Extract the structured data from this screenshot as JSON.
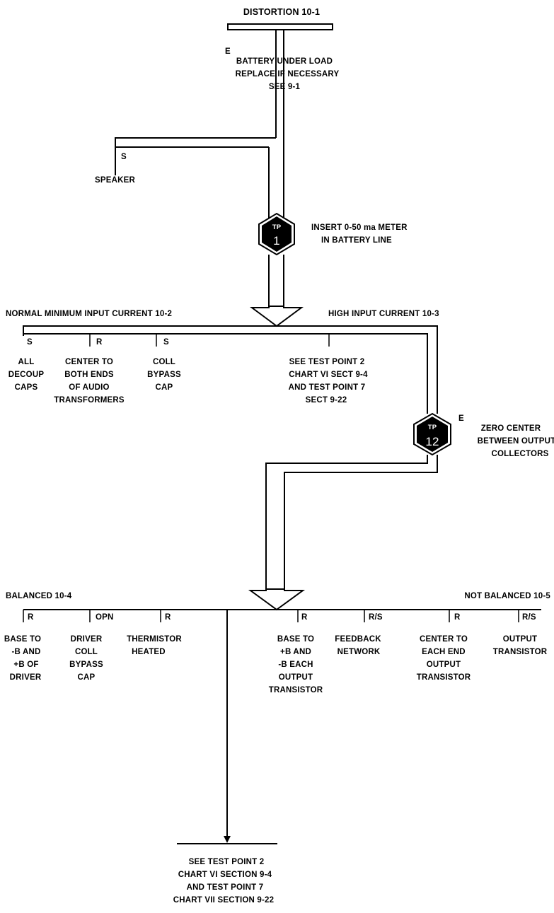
{
  "diagram": {
    "title": "DISTORTION 10-1",
    "step1": {
      "code": "E",
      "lines": [
        "BATTERY UNDER LOAD",
        "REPLACE IF NECESSARY",
        "SEE 9-1"
      ]
    },
    "speaker": {
      "code": "S",
      "label": "SPEAKER"
    },
    "tp1": {
      "label": "TP",
      "number": "1",
      "note_lines": [
        "INSERT 0-50 ma METER",
        "IN BATTERY LINE"
      ]
    },
    "branch1": {
      "left_label": "NORMAL MINIMUM INPUT CURRENT 10-2",
      "right_label": "HIGH INPUT CURRENT 10-3",
      "items": [
        {
          "code": "S",
          "lines": [
            "ALL",
            "DECOUP",
            "CAPS"
          ]
        },
        {
          "code": "R",
          "lines": [
            "CENTER TO",
            "BOTH ENDS",
            "OF AUDIO",
            "TRANSFORMERS"
          ]
        },
        {
          "code": "S",
          "lines": [
            "COLL",
            "BYPASS",
            "CAP"
          ]
        },
        {
          "code": "",
          "lines": [
            "SEE TEST POINT 2",
            "CHART VI  SECT 9-4",
            "AND TEST POINT 7",
            "SECT 9-22"
          ]
        }
      ]
    },
    "tp12": {
      "label": "TP",
      "number": "12",
      "code": "E",
      "note_lines": [
        "ZERO CENTER",
        "BETWEEN OUTPUT",
        "COLLECTORS"
      ]
    },
    "branch2": {
      "left_label": "BALANCED 10-4",
      "right_label": "NOT BALANCED 10-5",
      "items": [
        {
          "code": "R",
          "lines": [
            "BASE TO",
            "-B AND",
            "+B  OF",
            "DRIVER"
          ]
        },
        {
          "code": "OPN",
          "lines": [
            "DRIVER",
            "COLL",
            "BYPASS",
            "CAP"
          ]
        },
        {
          "code": "R",
          "lines": [
            "THERMISTOR",
            "HEATED"
          ]
        },
        {
          "code": "R",
          "lines": [
            "BASE TO",
            "+B AND",
            "-B EACH",
            "OUTPUT",
            "TRANSISTOR"
          ]
        },
        {
          "code": "R/S",
          "lines": [
            "FEEDBACK",
            "NETWORK"
          ]
        },
        {
          "code": "R",
          "lines": [
            "CENTER TO",
            "EACH END",
            "OUTPUT",
            "TRANSISTOR"
          ]
        },
        {
          "code": "R/S",
          "lines": [
            "OUTPUT",
            "TRANSISTOR"
          ]
        }
      ]
    },
    "final": {
      "lines": [
        "SEE TEST POINT 2",
        "CHART VI SECTION 9-4",
        "AND TEST POINT 7",
        "CHART VII SECTION 9-22"
      ]
    }
  }
}
